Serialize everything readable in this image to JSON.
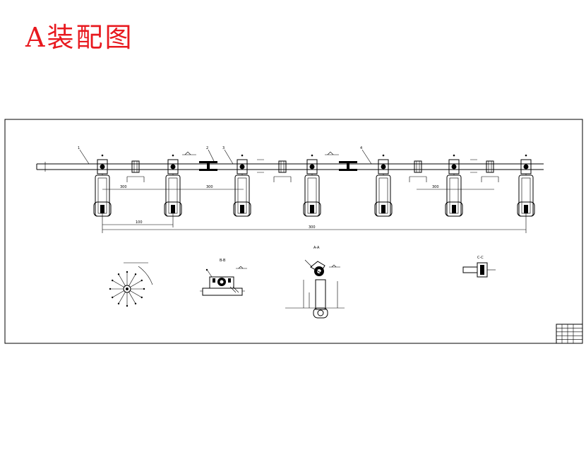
{
  "title": {
    "text": "A装配图",
    "color": "#e8191f"
  },
  "drawing": {
    "part_callouts": [
      "1",
      "2",
      "3",
      "4"
    ],
    "dimension_labels": [
      "100",
      "300",
      "300",
      "300",
      "300"
    ],
    "ink_color": "#000000"
  }
}
